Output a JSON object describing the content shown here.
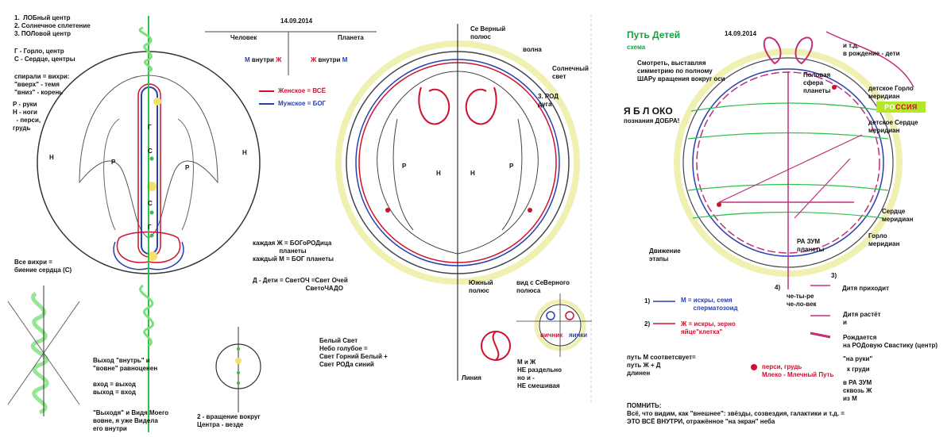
{
  "panel1": {
    "legend": "1.  ЛОБный центр\n2. Солнечное сплетение\n3. ПОЛовой центр",
    "legend2": "Г - Горло, центр\nС - Сердце, центры",
    "spirals": "спирали = вихри:\n\"вверх\" - темя\n\"вниз\" - корень",
    "limbs": "Р - руки\nН - ноги\n  - перси,\nгрудь",
    "vortices": "Все вихри =\nбиение сердца (С)",
    "labels": {
      "r": "Р",
      "n": "Н",
      "g": "Г",
      "s": "С"
    }
  },
  "panel2": {
    "date": "14.09.2014",
    "col_human": "Человек",
    "col_planet": "Планета",
    "m_in_zh_a": "М",
    "m_in_zh_b": " внутри ",
    "m_in_zh_c": "Ж",
    "zh_in_m_a": "Ж",
    "zh_in_m_b": " внутри ",
    "zh_in_m_c": "М",
    "female": "Женское = ВСЁ",
    "male": "Мужское = БОГ",
    "each_zh": "каждая Ж = БОГоРОДица\n               планеты\nкаждый М = БОГ планеты",
    "children": "Д - Дети = СветОЧ =Свет Очей\n                              СветоЧАДО",
    "exit": "Выход \"внутрь\" и\n\"вовне\" равноценен",
    "in_out": "вход = выход\nвыход = вход",
    "exiting": "\"Выходя\" и Видя Моего\nвовне, я уже Видела\nего внутри",
    "rotation": "2 - вращение вокруг\nЦентра - везде",
    "white_light": "Белый Свет\nНебо голубое =\nСвет Горний Белый +\nСвет РОДа синий"
  },
  "panel3": {
    "north": "Се Верный\nполюс",
    "wave": "волна",
    "sun": "Солнечный\nсвет",
    "rod": "3. РОД\nдуга",
    "south": "Южный\nполюс",
    "line": "Линия",
    "view": "вид с СеВерного\nполюса",
    "mzh": "М и Ж\nНЕ раздельно\nно и -\nНЕ смешивая",
    "ovary": "вичник",
    "testes": "яички",
    "labels": {
      "r": "Р",
      "n": "Н"
    }
  },
  "panel4": {
    "title": "Путь Детей",
    "subtitle": "схема",
    "date": "14.09.2014",
    "symmetry": "Смотреть, выставляя\nсимметрию по полному\nШАРу вращения вокруг оси",
    "yablo": "Я Б Л ОКО",
    "dobro": "познания ДОБРА!",
    "sphere": "Половая\nсфера\nпланеты",
    "etc": "и т.д.\nв рождение - дети",
    "gorlo_child": "детское Горло\nмеридиан",
    "russia_a": "РО",
    "russia_b": "ССИЯ",
    "heart_child": "детское Сердце\nмеридиан",
    "heart": "Сердце\nмеридиан",
    "gorlo": "Горло\nмеридиан",
    "razum": "РА ЗУМ\nпланеты",
    "motion": "Движение\nэтапы",
    "stage1": "1)",
    "stage2": "2)",
    "stage3": "3)",
    "stage4": "4)",
    "m_sparks": "М = искры, семя\n       сперматозоид",
    "zh_sparks": "Ж = искры, зерно\nяйце\"клетка\"",
    "four": "че-ты-ре\nче-ло-век",
    "comes": "Дитя приходит",
    "grows": "Дитя растёт\nи",
    "born": "Рождается\nна РОДовую Свастику (центр)",
    "path": "путь М соответсвует=\nпуть Ж + Д\nдлинен",
    "milk": "перси, грудь\nМлеко - Млечный Путь",
    "hands": "\"на руки\"",
    "breast": "к груди",
    "razum2": "в РА ЗУМ\nсквозь Ж\nиз М",
    "remember": "ПОМНИТЬ:",
    "all": "Всё, что видим, как \"внешнее\": звёзды, созвездия, галактики и т.д. =\nЭТО ВСЁ ВНУТРИ, отражённое \"на экран\" неба"
  },
  "colors": {
    "red": "#d01030",
    "blue": "#2a3fb0",
    "green": "#2fbf4a",
    "yellow": "#f2f2a0",
    "pink": "#c0307a"
  }
}
